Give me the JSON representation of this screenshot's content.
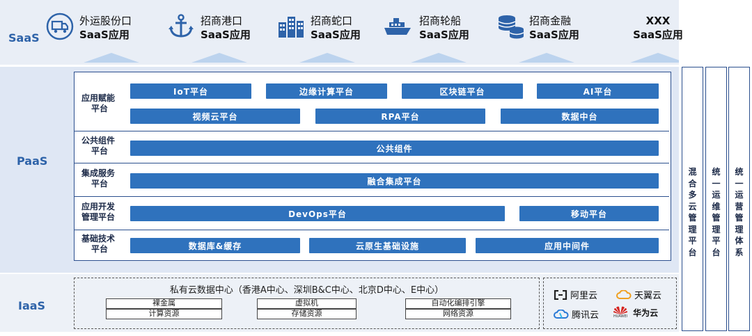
{
  "layers": {
    "saas": "SaaS",
    "paas": "PaaS",
    "iaas": "IaaS"
  },
  "saas_apps": [
    {
      "name": "外运股份口",
      "sub": "SaaS应用",
      "icon": "truck-icon"
    },
    {
      "name": "招商港口",
      "sub": "SaaS应用",
      "icon": "anchor-icon"
    },
    {
      "name": "招商蛇口",
      "sub": "SaaS应用",
      "icon": "buildings-icon"
    },
    {
      "name": "招商轮船",
      "sub": "SaaS应用",
      "icon": "ship-icon"
    },
    {
      "name": "招商金融",
      "sub": "SaaS应用",
      "icon": "coins-icon"
    },
    {
      "name": "XXX",
      "sub": "SaaS应用",
      "icon": ""
    }
  ],
  "paas_rows": {
    "enable": {
      "label1": "应用赋能",
      "label2": "平台",
      "blocks": [
        "IoT平台",
        "边缘计算平台",
        "区块链平台",
        "AI平台",
        "视频云平台",
        "RPA平台",
        "数据中台"
      ]
    },
    "common": {
      "label1": "公共组件",
      "label2": "平台",
      "blocks": [
        "公共组件"
      ]
    },
    "integration": {
      "label1": "集成服务",
      "label2": "平台",
      "blocks": [
        "融合集成平台"
      ]
    },
    "devmgmt": {
      "label1": "应用开发",
      "label2": "管理平台",
      "blocks": [
        "DevOps平台",
        "移动平台"
      ]
    },
    "basic": {
      "label1": "基础技术",
      "label2": "平台",
      "blocks": [
        "数据库&缓存",
        "云原生基础设施",
        "应用中间件"
      ]
    }
  },
  "side_platforms": [
    "混合多云管理平台",
    "统一运维管理平台",
    "统一运营管理体系"
  ],
  "iaas": {
    "dc_title": "私有云数据中心（香港A中心、深圳B&C中心、北京D中心、E中心）",
    "resources": [
      "裸金属",
      "虚拟机",
      "自动化编排引擎",
      "计算资源",
      "存储资源",
      "网络资源"
    ],
    "clouds": [
      "阿里云",
      "天翼云",
      "腾讯云",
      "华为云"
    ],
    "huawei_small": "HUAWEI"
  },
  "colors": {
    "accent": "#2f72bd",
    "border": "#2b4f8e",
    "label": "#2e63a9",
    "arrow": "#bcd3ee"
  }
}
